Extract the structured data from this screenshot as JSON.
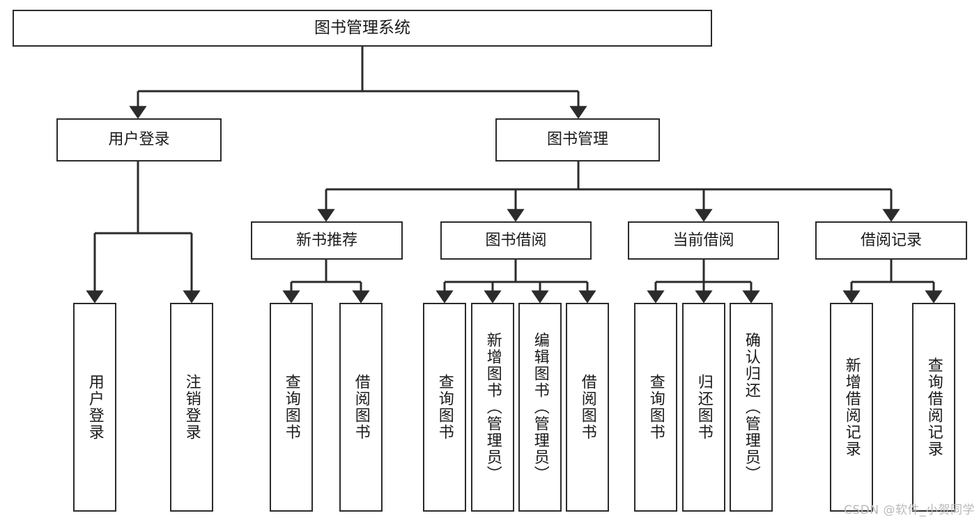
{
  "diagram": {
    "type": "tree-hierarchy-chart",
    "title": "图书管理系统",
    "watermark": "CSDN @软件_小贺同学",
    "stroke_color": "#2b2b2b",
    "background_color": "#ffffff",
    "text_color": "#1a1a1a",
    "nodes": {
      "root": {
        "label": "图书管理系统",
        "level": 1
      },
      "level2": [
        {
          "id": "user-login",
          "label": "用户登录"
        },
        {
          "id": "book-management",
          "label": "图书管理"
        }
      ],
      "level3": [
        {
          "id": "new-book-recommend",
          "label": "新书推荐",
          "parent": "book-management"
        },
        {
          "id": "book-borrow",
          "label": "图书借阅",
          "parent": "book-management"
        },
        {
          "id": "current-borrow",
          "label": "当前借阅",
          "parent": "book-management"
        },
        {
          "id": "borrow-record",
          "label": "借阅记录",
          "parent": "book-management"
        }
      ],
      "leaves": [
        {
          "id": "leaf-user-login",
          "label": "用户登录",
          "parent": "user-login"
        },
        {
          "id": "leaf-logout",
          "label": "注销登录",
          "parent": "user-login"
        },
        {
          "id": "leaf-query-book-1",
          "label": "查询图书",
          "parent": "new-book-recommend"
        },
        {
          "id": "leaf-borrow-book-1",
          "label": "借阅图书",
          "parent": "new-book-recommend"
        },
        {
          "id": "leaf-query-book-2",
          "label": "查询图书",
          "parent": "book-borrow"
        },
        {
          "id": "leaf-add-book",
          "label": "新增图书（管理员）",
          "parent": "book-borrow"
        },
        {
          "id": "leaf-edit-book",
          "label": "编辑图书（管理员）",
          "parent": "book-borrow"
        },
        {
          "id": "leaf-borrow-book-2",
          "label": "借阅图书",
          "parent": "book-borrow"
        },
        {
          "id": "leaf-query-book-3",
          "label": "查询图书",
          "parent": "current-borrow"
        },
        {
          "id": "leaf-return-book",
          "label": "归还图书",
          "parent": "current-borrow"
        },
        {
          "id": "leaf-confirm-return",
          "label": "确认归还（管理员）",
          "parent": "current-borrow"
        },
        {
          "id": "leaf-add-record",
          "label": "新增借阅记录",
          "parent": "borrow-record"
        },
        {
          "id": "leaf-query-record",
          "label": "查询借阅记录",
          "parent": "borrow-record"
        }
      ]
    }
  }
}
